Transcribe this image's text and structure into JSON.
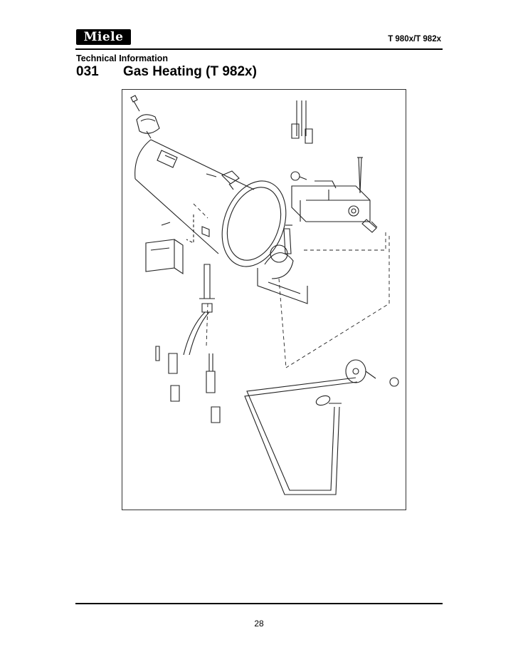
{
  "header": {
    "logo_text": "Miele",
    "model": "T 980x/T 982x"
  },
  "section_label": "Technical Information",
  "heading": {
    "number": "031",
    "title": "Gas Heating (T 982x)"
  },
  "footer": {
    "page_number": "28"
  }
}
